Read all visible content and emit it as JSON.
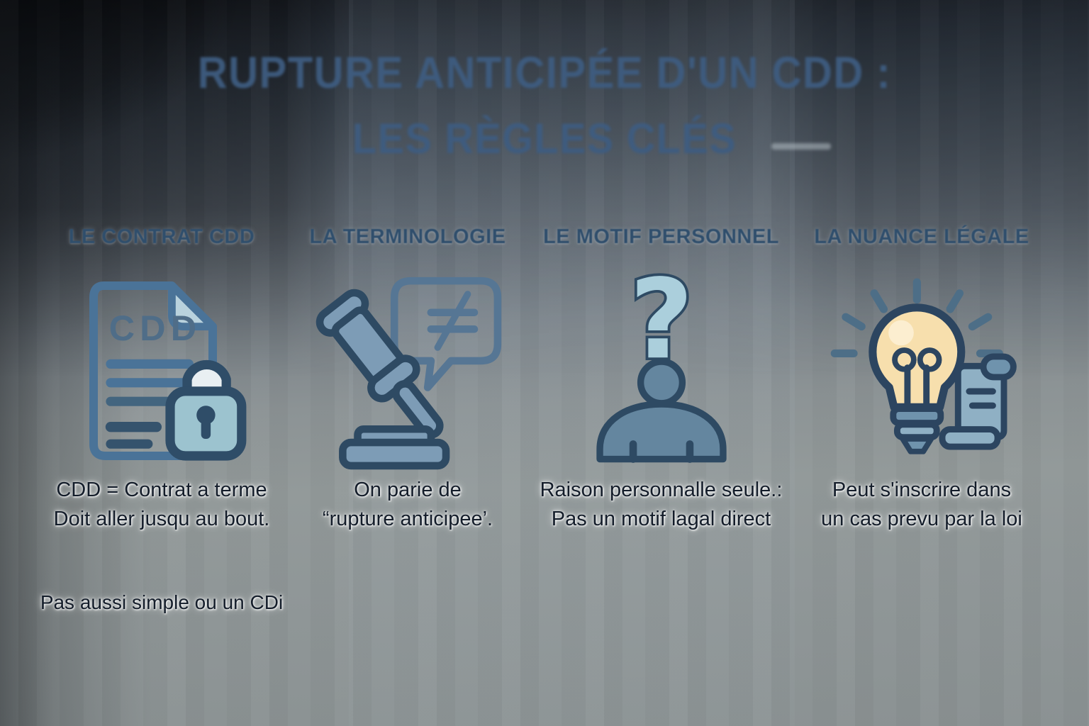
{
  "title": {
    "line1": "RUPTURE ANTICIPÉE D'UN CDD :",
    "line2": "LES RÈGLES CLÉS"
  },
  "columns": [
    {
      "header": "LE CONTRAT CDD",
      "icon": "cdd-document-lock-icon",
      "caption_line1": "CDD = Contrat a terme",
      "caption_line2": "Doit aller jusqu au bout.",
      "footnote": "Pas aussi simple ou un CDi"
    },
    {
      "header": "LA TERMINOLOGIE",
      "icon": "gavel-speech-bubble-icon",
      "caption_line1": "On parie de",
      "caption_line2": "“rupture anticipee’."
    },
    {
      "header": "LE MOTIF PERSONNEL",
      "icon": "question-person-icon",
      "caption_line1": "Raison personnalle seule.:",
      "caption_line2": "Pas un motif lagal direct"
    },
    {
      "header": "LA NUANCE LÉGALE",
      "icon": "lightbulb-scroll-icon",
      "caption_line1": "Peut s'inscrire dans",
      "caption_line2": "un cas prevu par la loi"
    }
  ],
  "icon_text": {
    "document_label": "CDD",
    "speech_bubble_symbol": "≠",
    "question_mark": "?"
  },
  "colors": {
    "title_blue": "#3e5c80",
    "header_blue": "#2f4e6c",
    "body_text": "#141d2a",
    "icon_steel_blue": "#7d9cb6",
    "icon_dark_outline": "#2e4a63",
    "icon_light_blue": "#a9cdd9",
    "lock_teal": "#9cc3cf",
    "bulb_cream": "#f7dfad",
    "background_top": "#15181d",
    "background_bottom": "#8a9192"
  }
}
